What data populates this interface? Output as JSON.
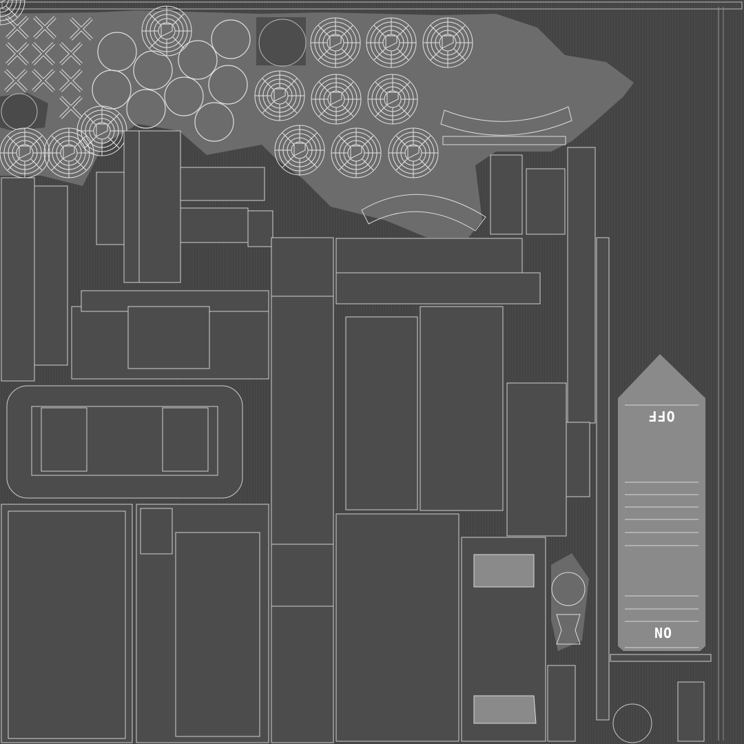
{
  "texture": {
    "kind": "UV wireframe layout",
    "background_color": "#434343",
    "island_fill_light": "#6e6e6e",
    "island_fill_dark": "#4f4f4f",
    "wire_color": "#d8d8d8"
  },
  "switch_panel": {
    "label_top": "OFF",
    "label_bottom": "ON",
    "fill_color": "#8a8a8a"
  }
}
